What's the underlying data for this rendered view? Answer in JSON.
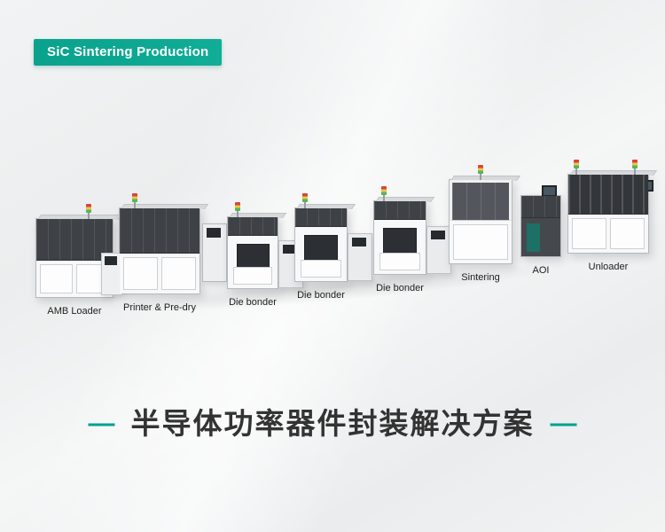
{
  "badge": {
    "label": "SiC Sintering Production"
  },
  "machines": [
    {
      "label": "AMB Loader"
    },
    {
      "label": "Printer & Pre-dry"
    },
    {
      "label": "Die bonder"
    },
    {
      "label": "Die bonder"
    },
    {
      "label": "Die bonder"
    },
    {
      "label": "Sintering"
    },
    {
      "label": "AOI"
    },
    {
      "label": "Unloader"
    }
  ],
  "title": {
    "text": "半导体功率器件封装解决方案",
    "dash": "—"
  },
  "colors": {
    "accent": "#00A08C",
    "title_text": "#333333",
    "background": "#F0F1F2"
  }
}
